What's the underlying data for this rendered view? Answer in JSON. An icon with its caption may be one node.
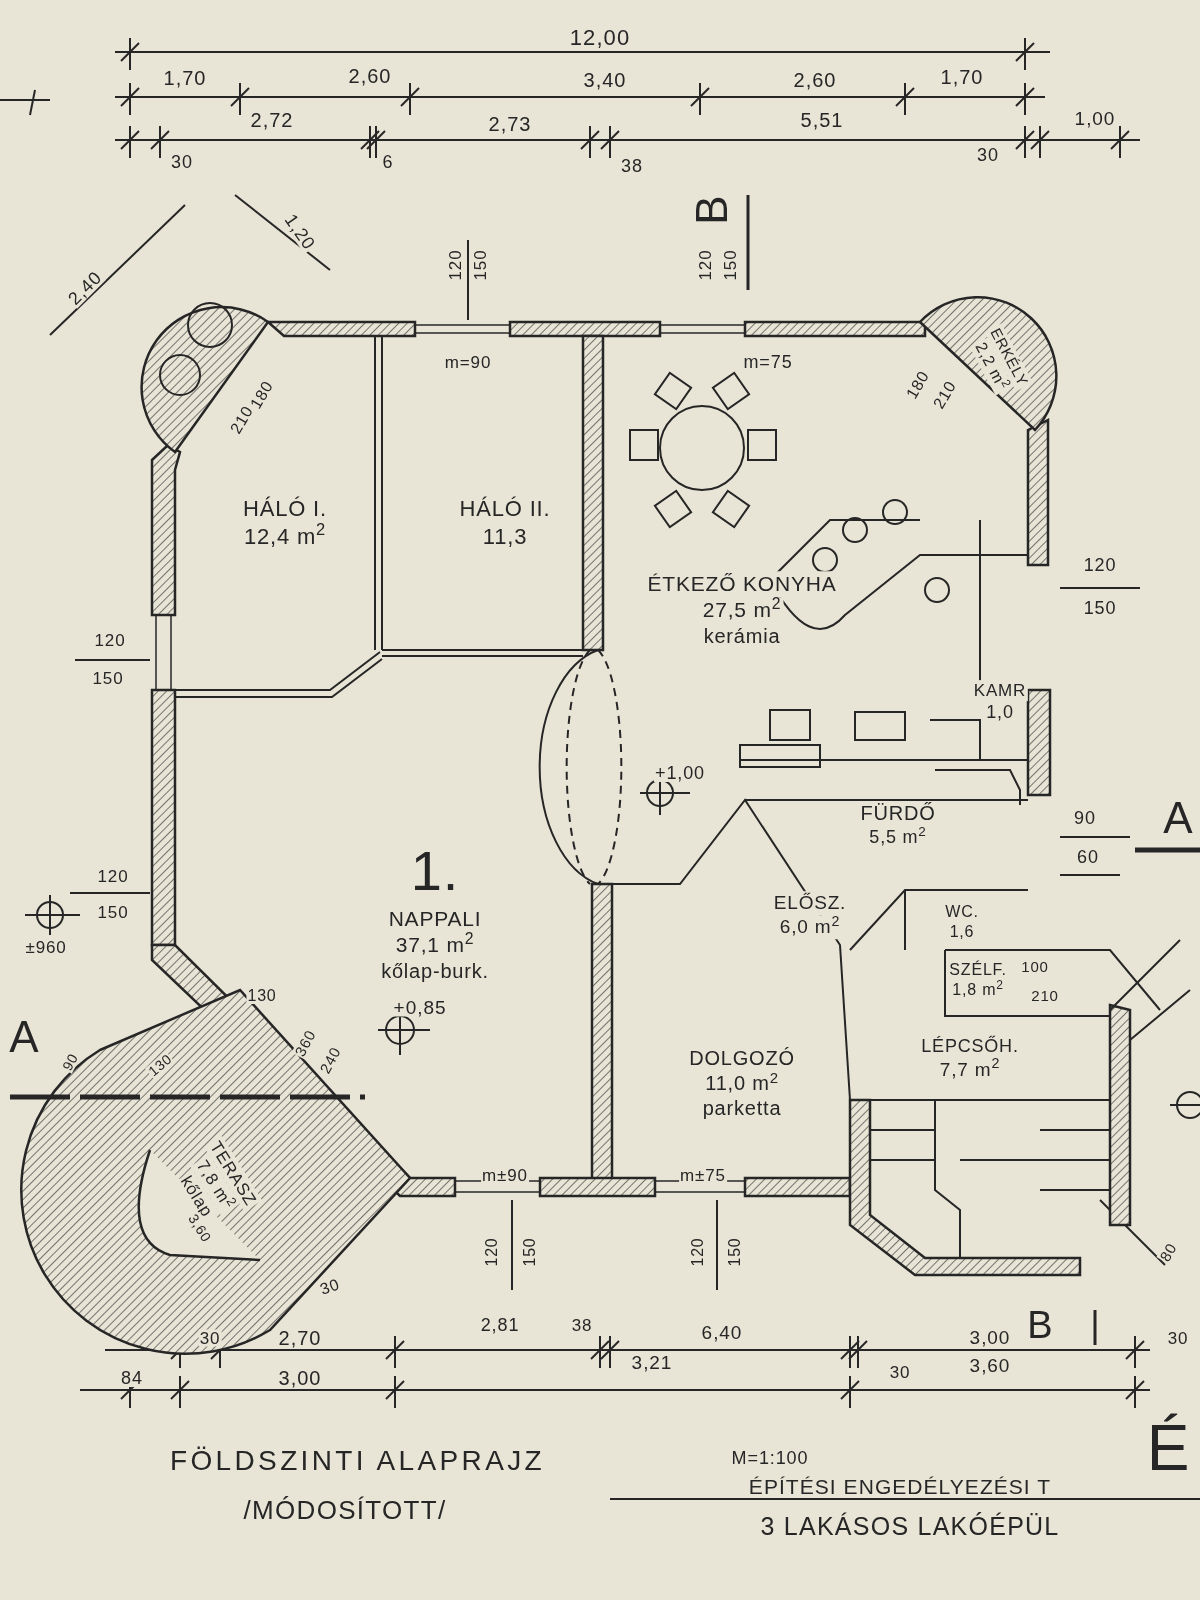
{
  "diagram": {
    "title": "FÖLDSZINTI ALAPRAJZ",
    "nodes": [
      {
        "text": [
          "HÁLÓ I.",
          "12,4 m$^{2}$"
        ]
      },
      {
        "text": [
          "HÁLÓ II.",
          "11,3"
        ]
      },
      {
        "text": [
          "ÉTKEZŐ KONYHA",
          "27,5 m$^{2}$",
          "kerámia"
        ]
      },
      {
        "text": [
          "KAMR",
          "1,0"
        ]
      },
      {
        "text": [
          "FÜRDŐ",
          "5,5 m$^{2}$"
        ]
      },
      {
        "text": [
          "1.",
          "NAPPALI",
          "37,1 m$^{2}$",
          "kőlap-burk."
        ]
      },
      {
        "text": [
          "ELŐSZ.",
          "6,0 m$^{2}$"
        ]
      },
      {
        "text": [
          "WC.",
          "1,6"
        ]
      },
      {
        "text": [
          "SZÉLF.",
          "1,8 m$^{2}$"
        ]
      },
      {
        "text": [
          "LÉPCSŐH.",
          "7,7 m$^{2}$"
        ]
      },
      {
        "text": [
          "DOLGOZÓ",
          "11,0 m$^{2}$",
          "parketta"
        ]
      },
      {
        "text": [
          "ERKÉLY",
          "2,2 m$^{2}$"
        ]
      },
      {
        "text": [
          "TERASZ",
          "7,8 m$^{2}$",
          "kőlap"
        ]
      }
    ],
    "labels": [
      "12,00",
      "1,70",
      "2,60",
      "3,40",
      "2,60",
      "1,70",
      "2,72",
      "2,73",
      "5,51",
      "1,00",
      "30",
      "6",
      "38",
      "30",
      "2,40",
      "1,20",
      "B",
      "120",
      "150",
      "120",
      "150",
      "m=90",
      "m=75",
      "180",
      "210",
      "180",
      "210",
      "120",
      "150",
      "120",
      "150",
      "+1,00",
      "90",
      "60",
      "A",
      "120",
      "150",
      "±960",
      "130",
      "+0,85",
      "360",
      "240",
      "A",
      "90",
      "130",
      "100",
      "210",
      "m±90",
      "m±75",
      "120",
      "150",
      "120",
      "150",
      "80",
      "30",
      "B",
      "84",
      "30",
      "2,70",
      "3,00",
      "2,81",
      "38",
      "6,40",
      "3,21",
      "30",
      "3,00",
      "3,60",
      "30",
      "3,60",
      "M=1:100",
      "/MÓDOSÍTOTT/",
      "ÉPÍTÉSI ENGEDÉLYEZÉSI T",
      "3 LAKÁSOS LAKÓÉPÜL",
      "É"
    ]
  }
}
